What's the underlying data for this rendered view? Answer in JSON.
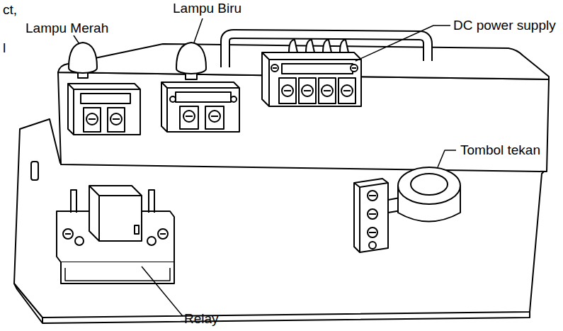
{
  "diagram": {
    "labels": [
      "ct,",
      "l",
      "Lampu Biru",
      "Lampu Merah",
      "DC power supply",
      "Tombol tekan",
      "Relay"
    ]
  }
}
